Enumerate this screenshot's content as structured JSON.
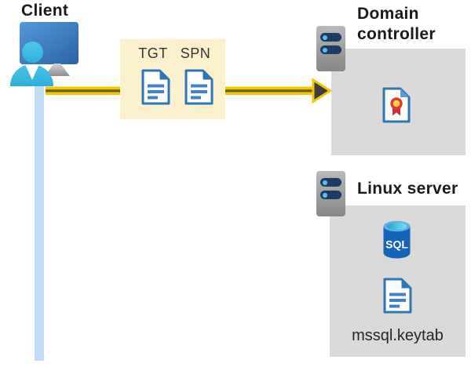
{
  "diagram": {
    "description": "Kerberos authentication flow from client to domain controller and Linux SQL server"
  },
  "client": {
    "label": "Client"
  },
  "tickets": {
    "tgt": "TGT",
    "spn": "SPN"
  },
  "domain_controller": {
    "label": "Domain controller"
  },
  "linux_server": {
    "label": "Linux server",
    "sql": "SQL",
    "keytab": "mssql.keytab"
  },
  "colors": {
    "box_gray": "#d9d9d9",
    "ticket_box_yellow": "#fbf2cd",
    "arrow_yellow": "#f3c508",
    "arrow_core_olive": "#6b5f10",
    "arrowhead_dark": "#3d3d3d",
    "client_timeline_blue": "#c1dcf8",
    "document_blue": "#2e75b6",
    "monitor_blue": "#3b7cc0",
    "person_cyan": "#3cbce3",
    "server_gray": "#9d9d9d",
    "server_slot_navy": "#1e3a66",
    "sql_body_blue": "#1464b8",
    "sql_top_cyan": "#35c4e2",
    "certificate_seal_yellow": "#ffd24a",
    "certificate_ribbon_red": "#cf2e34"
  }
}
